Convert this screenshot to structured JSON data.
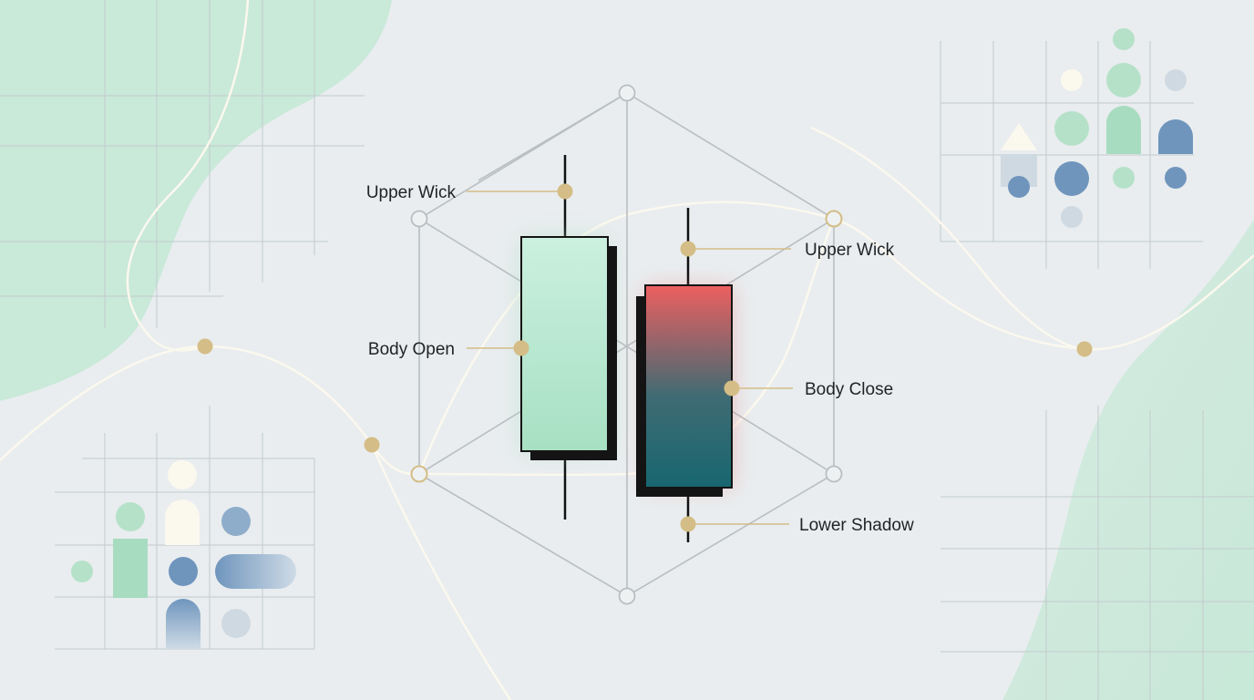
{
  "colors": {
    "background": "#e9edef",
    "mint": "#bfe6d2",
    "mint_strong": "#a8dcc0",
    "grid": "#c4cacd",
    "frame": "#b9bec1",
    "curve": "#fbf8ee",
    "dot": "#d4bd86",
    "bull_body_top": "#cbf0df",
    "bull_body_bottom": "#a7e0c3",
    "bear_body_top": "#ee5f60",
    "bear_body_bottom": "#176770",
    "ink": "#111111",
    "steel_blue": "#6f95bd",
    "cream": "#fbf8ee"
  },
  "annotations": {
    "bull_upper_wick": "Upper Wick",
    "bull_body_open": "Body Open",
    "bear_upper_wick": "Upper Wick",
    "bear_body_close": "Body Close",
    "bear_lower_shadow": "Lower Shadow"
  },
  "icons": [
    "candlestick-bullish-icon",
    "candlestick-bearish-icon",
    "network-node-icon",
    "pictogram-cluster-icon"
  ]
}
